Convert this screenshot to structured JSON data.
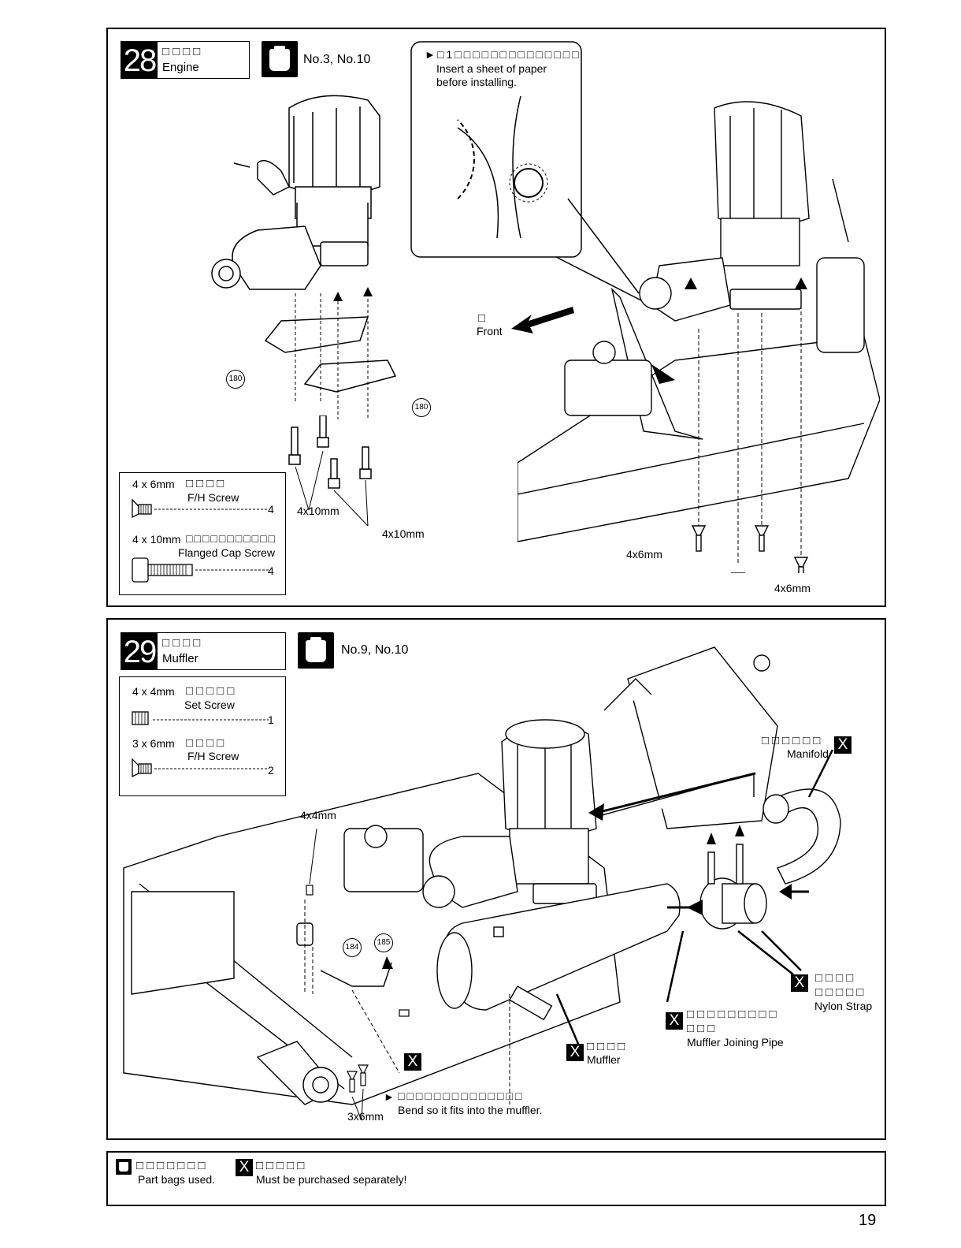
{
  "step28": {
    "number": "28",
    "title_jp": "□□□□",
    "title_en": "Engine",
    "bags": "No.3, No.10",
    "note_marker": "►",
    "note_jp": "□1□□□□□□□□□□□□□□",
    "note_en_line1": "Insert a sheet of paper",
    "note_en_line2": "before installing.",
    "front_jp": "□",
    "front_en": "Front",
    "part_ref_180a": "180",
    "part_ref_180b": "180",
    "label_4x10_a": "4x10mm",
    "label_4x10_b": "4x10mm",
    "label_4x6_a": "4x6mm",
    "label_4x6_b": "4x6mm",
    "parts": [
      {
        "size": "4 x 6mm",
        "jp": "□□□□",
        "en": "F/H Screw",
        "qty": "4"
      },
      {
        "size": "4 x 10mm",
        "jp": "□□□□□□□□□□□",
        "en": "Flanged Cap Screw",
        "qty": "4"
      }
    ]
  },
  "step29": {
    "number": "29",
    "title_jp": "□□□□",
    "title_en": "Muffler",
    "bags": "No.9, No.10",
    "parts": [
      {
        "size": "4 x 4mm",
        "jp": "□□□□□",
        "en": "Set Screw",
        "qty": "1"
      },
      {
        "size": "3 x 6mm",
        "jp": "□□□□",
        "en": "F/H Screw",
        "qty": "2"
      }
    ],
    "label_4x4": "4x4mm",
    "label_3x6": "3x6mm",
    "part_ref_184": "184",
    "part_ref_185": "185",
    "manifold_jp": "□□□□□□",
    "manifold_en": "Manifold",
    "nylon_jp_1": "□□□□",
    "nylon_jp_2": "□□□□□",
    "nylon_en": "Nylon Strap",
    "joining_jp_1": "□□□□□□□□□",
    "joining_jp_2": "□□□",
    "joining_en": "Muffler Joining Pipe",
    "muffler_jp": "□□□□",
    "muffler_en": "Muffler",
    "bend_marker": "►",
    "bend_jp": "□□□□□□□□□□□□□□",
    "bend_en": "Bend so it fits into the muffler.",
    "x_mark": "X"
  },
  "legend": {
    "bag_jp": "□□□□□□□",
    "bag_en": "Part bags used.",
    "x_mark": "X",
    "x_jp": "□□□□□",
    "x_en": "Must be purchased separately!"
  },
  "page_number": "19"
}
